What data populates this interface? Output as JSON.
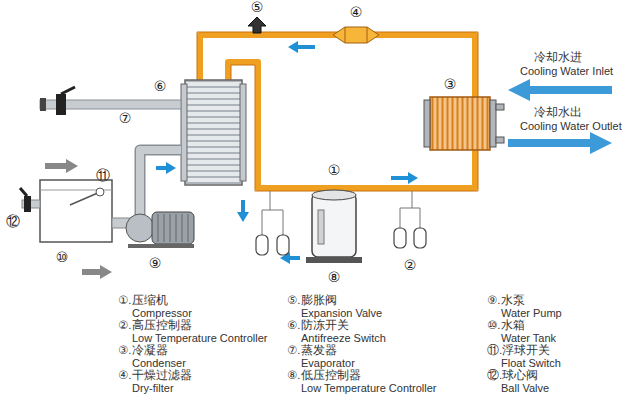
{
  "diagram": {
    "labels": [
      "⑤",
      "④",
      "⑥",
      "⑦",
      "③",
      "冷却水进",
      "Cooling Water Inlet",
      "冷却水出",
      "Cooling Water Outlet",
      "⑪",
      "⑫",
      "①",
      "⑩",
      "⑨",
      "⑧",
      "②",
      "①.压缩机",
      "Compressor",
      "②.高压控制器",
      "Low Temperature Controller",
      "③.冷凝器",
      "Condenser",
      "④.干燥过滤器",
      "Dry-filter",
      "⑤.膨胀阀",
      "Expansion Valve",
      "⑥.防冻开关",
      "Antifreeze Switch",
      "⑦.蒸发器",
      "Evaporator",
      "⑧.低压控制器",
      "Low Temperature Controller",
      "⑨.水泵",
      "Water Pump",
      "⑩.水箱",
      "Water Tank",
      "⑪.浮球开关",
      "Float Switch",
      "⑫.球心阀",
      "Ball Valve"
    ]
  }
}
